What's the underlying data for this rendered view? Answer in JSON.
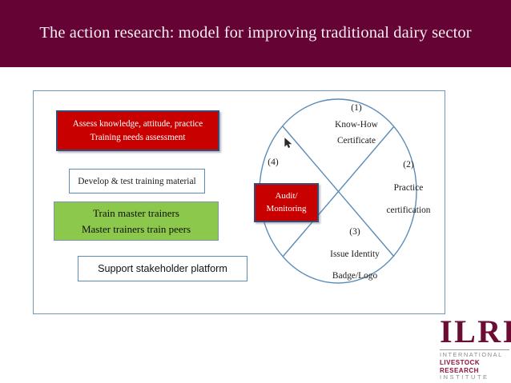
{
  "slide": {
    "title": "The action research: model for improving traditional dairy sector",
    "title_bg": "#650434",
    "title_color": "#f7eef3"
  },
  "steps": [
    {
      "name": "assess",
      "lines": [
        "Assess knowledge, attitude, practice",
        "Training needs assessment"
      ],
      "fill": "#C80000",
      "border": "#3a4a77",
      "text_color": "#ffffff"
    },
    {
      "name": "develop",
      "lines": [
        "Develop & test training material"
      ],
      "fill": "#ffffff",
      "border": "#5b8cb8",
      "text_color": "#1a1a1a"
    },
    {
      "name": "train",
      "lines": [
        "Train master trainers",
        "Master trainers train peers"
      ],
      "fill": "#8CC84B",
      "border": "#7d94b0",
      "text_color": "#101010"
    },
    {
      "name": "support",
      "lines": [
        "Support stakeholder platform"
      ],
      "fill": "#ffffff",
      "border": "#5b8cb8",
      "text_color": "#111111"
    }
  ],
  "circle": {
    "stroke": "#5b8cb8",
    "quadrants": [
      {
        "number": "(1)",
        "lines": [
          "Know-How",
          "Certificate"
        ]
      },
      {
        "number": "(2)",
        "lines": [
          "Practice",
          "certification"
        ]
      },
      {
        "number": "(3)",
        "lines": [
          "Issue Identity",
          "Badge/Logo"
        ]
      },
      {
        "number": "(4)",
        "lines": []
      }
    ],
    "audit_box": {
      "lines": [
        "Audit/",
        "Monitoring"
      ],
      "fill": "#C80000",
      "border": "#3a4a77",
      "text_color": "#ffffff"
    }
  },
  "logo": {
    "mark": "ILRI",
    "line1": "INTERNATIONAL",
    "line2": "LIVESTOCK RESEARCH",
    "line3": "INSTITUTE",
    "mark_color": "#6b0c35",
    "accent_color": "#8d1038",
    "muted_color": "#8a8a8a"
  },
  "cursor": {
    "icon": "mouse-pointer"
  }
}
